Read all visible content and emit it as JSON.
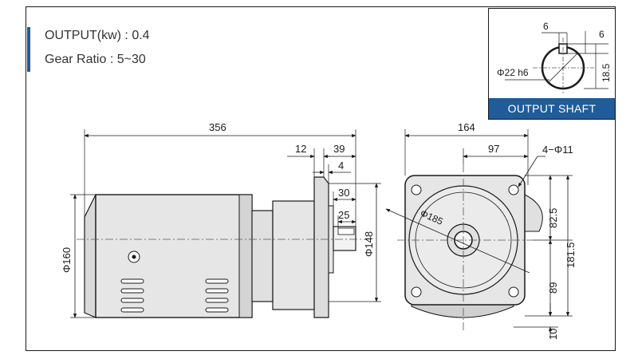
{
  "specs": {
    "output": "OUTPUT(kw) : 0.4",
    "gear_ratio": "Gear Ratio : 5~30"
  },
  "inset": {
    "caption": "OUTPUT SHAFT",
    "dim_key_width": "6",
    "dim_key_depth": "6",
    "dim_height": "18.5",
    "dim_shaft_dia": "Φ22 h6"
  },
  "side_view": {
    "dim_total_length": "356",
    "dim_flange_to_end": "39",
    "dim_flange": "12",
    "dim_collar": "4",
    "dim_shaft_length": "30",
    "dim_key_length": "25",
    "dim_motor_dia": "Φ160",
    "dim_pilot_dia": "Φ148"
  },
  "front_view": {
    "dim_width": "164",
    "dim_half_width": "97",
    "dim_holes": "4−Φ11",
    "dim_pcd": "Φ185",
    "dim_upper_height": "82.5",
    "dim_total_height": "181.5",
    "dim_lower_height": "89",
    "dim_base": "10"
  },
  "colors": {
    "line": "#1a1a1a",
    "body_fill": "#e6e6e6",
    "accent": "#1f5c99"
  }
}
